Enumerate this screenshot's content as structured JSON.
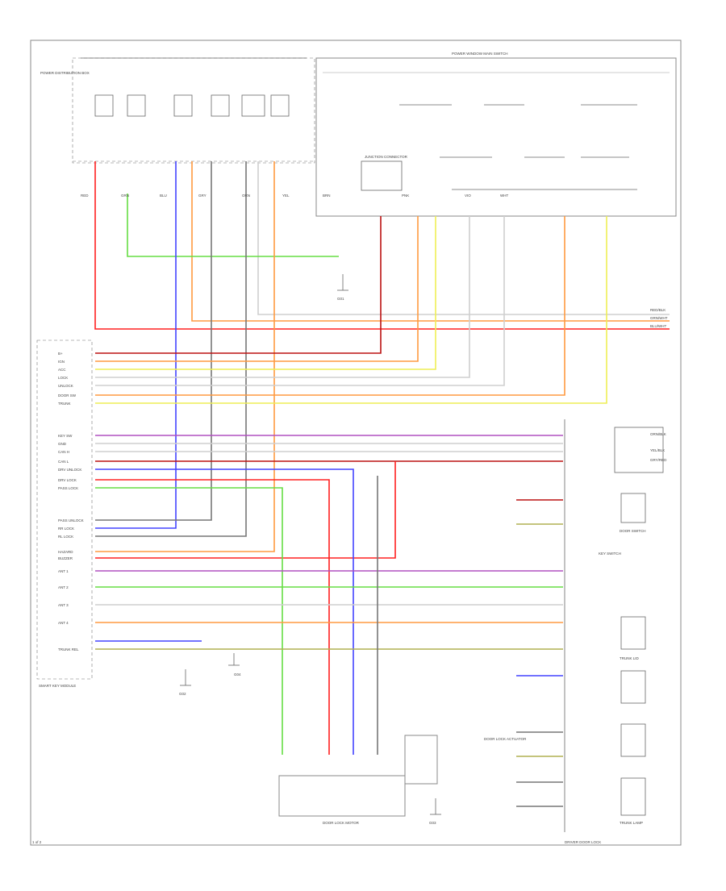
{
  "colors": {
    "red": "#ff2020",
    "green": "#66dd44",
    "blue": "#4444ff",
    "orange": "#ff9a40",
    "yellow": "#eeee55",
    "gray": "#777777",
    "lightgray": "#cfcfcf",
    "darkred": "#bb1111",
    "olive": "#b0b050",
    "violet": "#b050c0"
  },
  "labels": {
    "power_box": "POWER DISTRIBUTION BOX",
    "power_window_switch": "POWER WINDOW MAIN SWITCH",
    "junction": "JUNCTION CONNECTOR",
    "ground_1": "G01",
    "ground_2": "G02",
    "ground_3": "G03",
    "ground_4": "G04",
    "smart_key_module": "SMART KEY MODULE",
    "door_lock_motor": "DOOR LOCK MOTOR",
    "key_switch": "KEY SWITCH",
    "door_lock_actuator": "DOOR LOCK ACTUATOR",
    "door_switch": "DOOR SWITCH",
    "trunk_lid": "TRUNK LID",
    "trunk_lamp": "TRUNK LAMP",
    "footer_right": "DRIVER DOOR LOCK",
    "footer_left": "1 of 2"
  },
  "wires": {
    "top_tags": [
      "RED",
      "GRN",
      "BLU",
      "GRY",
      "ORN",
      "YEL",
      "BRN",
      "PNK",
      "VIO",
      "WHT"
    ],
    "left_rows": [
      "B+",
      "IGN",
      "ACC",
      "LOCK",
      "UNLOCK",
      "DOOR SW",
      "TRUNK",
      "KEY SW",
      "GND",
      "CAN H",
      "CAN L",
      "DRV UNLOCK",
      "DRV LOCK",
      "PASS LOCK",
      "PASS UNLOCK",
      "RR LOCK",
      "RL LOCK",
      "HAZARD",
      "BUZZER",
      "ANT 1",
      "ANT 2",
      "ANT 3",
      "ANT 4",
      "TRUNK REL"
    ],
    "right_tags": [
      "RED/BLK",
      "GRN/WHT",
      "BLU/WHT",
      "ORN/BLK",
      "YEL/BLK",
      "GRY/RED"
    ]
  }
}
